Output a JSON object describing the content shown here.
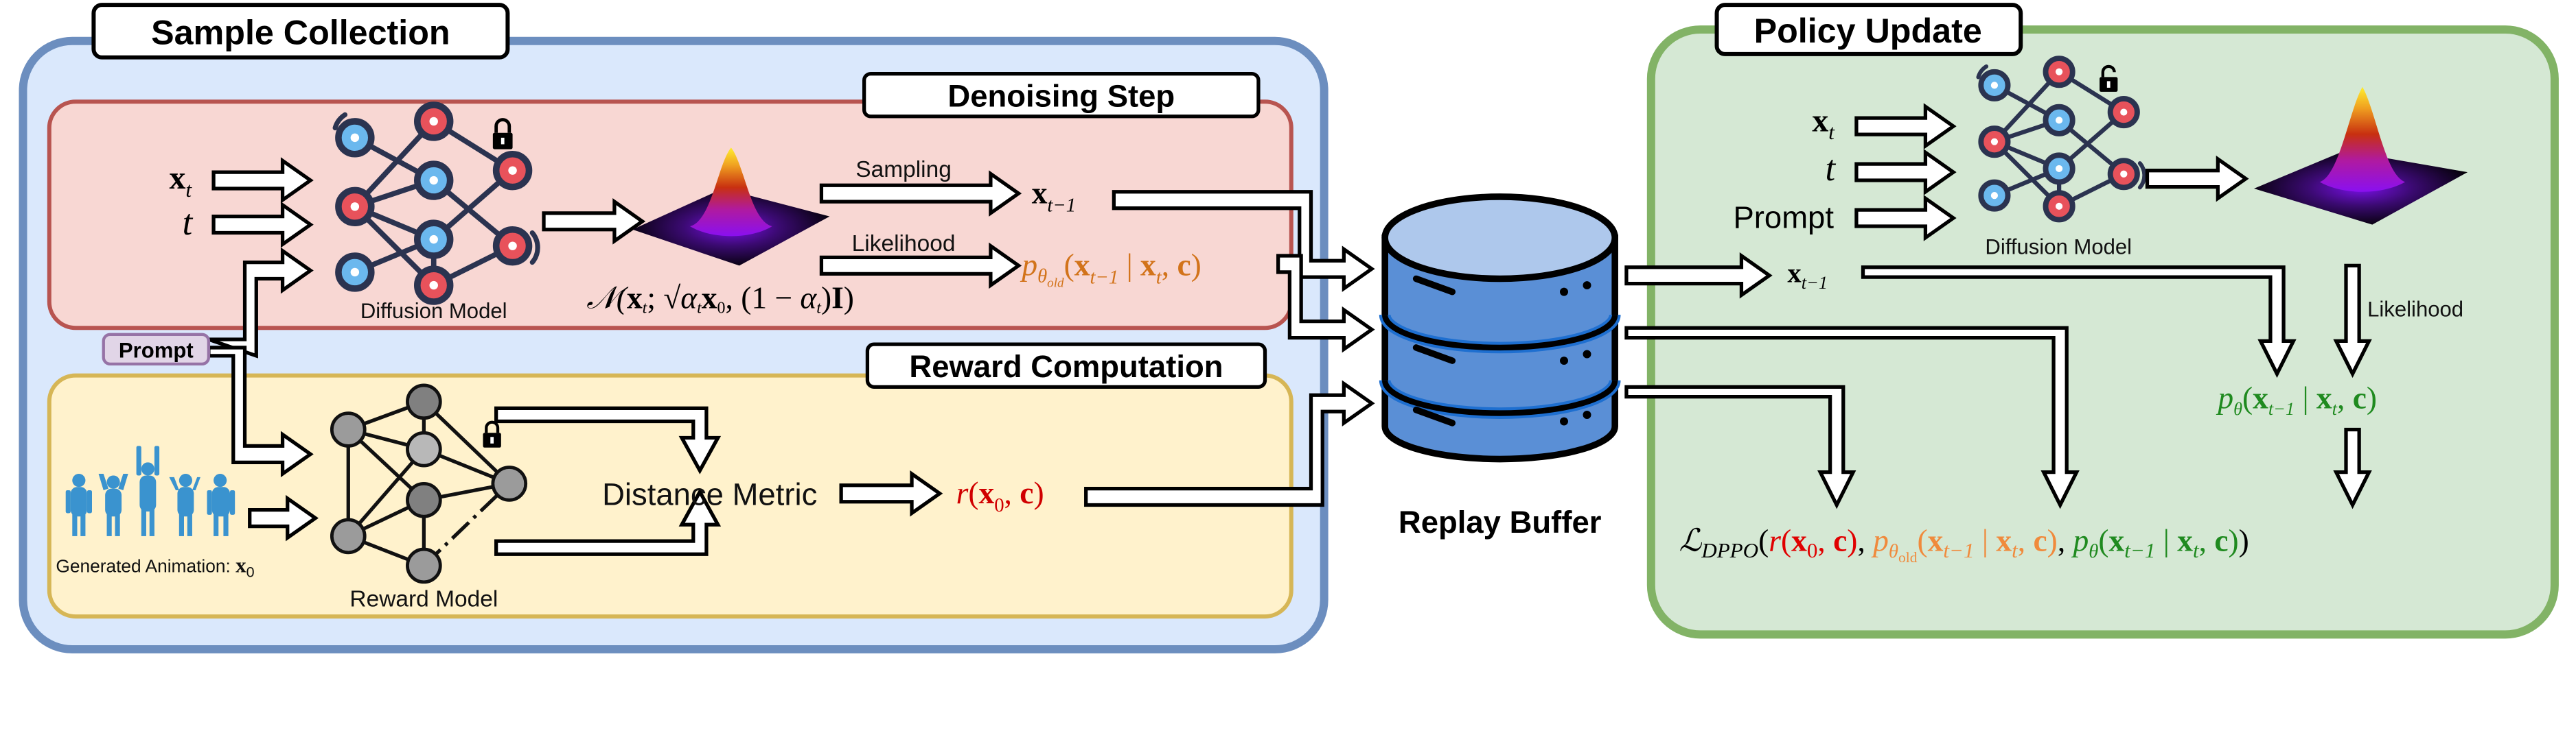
{
  "diagram": {
    "sample_collection": {
      "title": "Sample Collection",
      "denoising_step": {
        "title": "Denoising Step",
        "inputs": [
          "x",
          "t"
        ],
        "input_subscripts": [
          "t",
          ""
        ],
        "model_label": "Diffusion Model",
        "model_state": "locked",
        "sampling_label": "Sampling",
        "likelihood_label": "Likelihood",
        "sample_output": {
          "base": "x",
          "sub": "t−1"
        },
        "gaussian_formula": "𝒩(x_t; √α_t x_0, (1 − α_t)I)",
        "gaussian_formula_parts": {
          "n": "𝒩(",
          "x": "x",
          "xsub": "t",
          "semi": "; √",
          "alpha": "α",
          "asub": "t",
          "x0": "x",
          "x0sub": "0",
          "rest": ", (1 − ",
          "alpha2": "α",
          "a2sub": "t",
          "close": ")",
          "I": "I",
          "end": ")"
        },
        "likelihood_output": {
          "p": "p",
          "psub": "θ",
          "psubsub": "old",
          "open": "(",
          "x1": "x",
          "x1sub": "t−1",
          "bar": " | ",
          "x2": "x",
          "x2sub": "t",
          "comma": ", ",
          "c": "c",
          "close": ")"
        }
      },
      "prompt_badge": "Prompt",
      "reward_computation": {
        "title": "Reward Computation",
        "animation_label": "Generated Animation: ",
        "animation_var": {
          "base": "x",
          "sub": "0"
        },
        "model_label": "Reward Model",
        "model_state": "locked",
        "distance_label": "Distance Metric",
        "reward_output": {
          "r": "r",
          "open": "(",
          "x": "x",
          "xsub": "0",
          "comma": ", ",
          "c": "c",
          "close": ")"
        }
      }
    },
    "replay_buffer": {
      "label": "Replay Buffer"
    },
    "policy_update": {
      "title": "Policy Update",
      "inputs": [
        {
          "base": "x",
          "sub": "t"
        },
        {
          "base": "t",
          "sub": ""
        },
        {
          "base": "Prompt",
          "sub": ""
        }
      ],
      "model_label": "Diffusion Model",
      "model_state": "unlocked",
      "sample_in": {
        "base": "x",
        "sub": "t−1"
      },
      "likelihood_label": "Likelihood",
      "new_likelihood": {
        "p": "p",
        "psub": "θ",
        "open": "(",
        "x1": "x",
        "x1sub": "t−1",
        "bar": " | ",
        "x2": "x",
        "x2sub": "t",
        "comma": ", ",
        "c": "c",
        "close": ")"
      },
      "loss": {
        "L": "ℒ",
        "Lsub": "DPPO",
        "open": "(",
        "r": "r",
        "ropen": "(",
        "rx": "x",
        "rxsub": "0",
        "rcomma": ", ",
        "rc": "c",
        "rclose": ")",
        "sep1": ", ",
        "po": "p",
        "posub": "θ",
        "posubsub": "old",
        "poopen": "(",
        "pox1": "x",
        "pox1sub": "t−1",
        "pobar": " | ",
        "pox2": "x",
        "pox2sub": "t",
        "pocomma": ", ",
        "poc": "c",
        "poclose": ")",
        "sep2": ", ",
        "pn": "p",
        "pnsub": "θ",
        "pnopen": "(",
        "pnx1": "x",
        "pnx1sub": "t−1",
        "pnbar": " | ",
        "pnx2": "x",
        "pnx2sub": "t",
        "pncomma": ", ",
        "pnc": "c",
        "pnclose": ")",
        "close": ")"
      }
    },
    "colors": {
      "sample_panel_fill": "#dae8fc",
      "sample_panel_stroke": "#6c8ebf",
      "denoise_fill": "#f8d7d3",
      "denoise_stroke": "#b85450",
      "reward_fill": "#fff2cc",
      "reward_stroke": "#d6b656",
      "policy_fill": "#d5e8d4",
      "policy_stroke": "#82b366",
      "prompt_fill": "#e1d5e7",
      "prompt_stroke": "#9673a6",
      "reward_math": "#e00000",
      "old_likelihood_math": "#d2731a",
      "old_likelihood_math_loss": "#f08a3c",
      "new_likelihood_math": "#1f8a1f",
      "node_red": "#e8525b",
      "node_blue": "#6bb8ee",
      "node_outline": "#2b3350",
      "buffer_body": "#5a8fd6",
      "buffer_top": "#aec8ec",
      "buffer_band": "#1e6fd0"
    }
  }
}
